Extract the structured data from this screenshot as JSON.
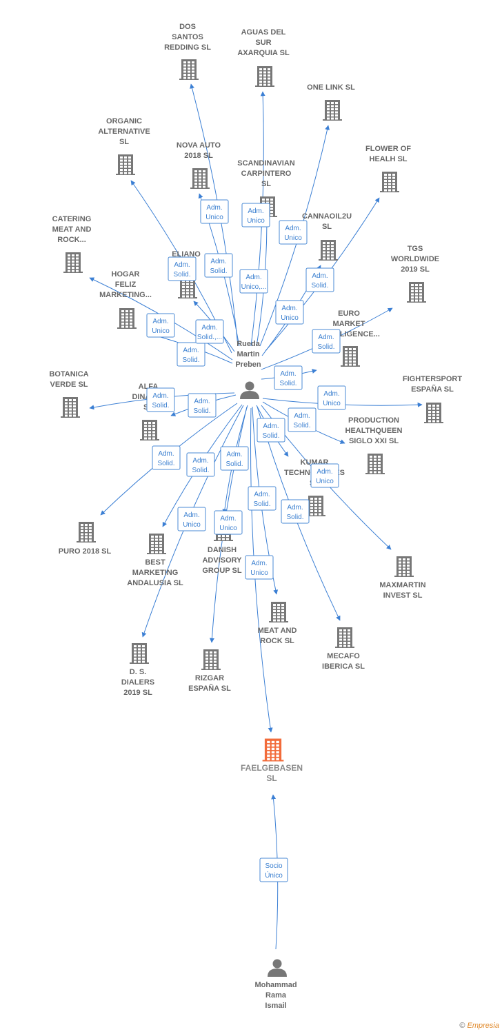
{
  "colors": {
    "building": "#777777",
    "main_building": "#f26b3a",
    "person": "#777777",
    "edge": "#3b7fd4"
  },
  "copyright": {
    "symbol": "©",
    "brand": "Empresia"
  },
  "nodes": [
    {
      "id": "rueda",
      "type": "person",
      "lines": [
        "Rueda",
        "Martin",
        "Preben"
      ]
    },
    {
      "id": "mohammad",
      "type": "person",
      "lines": [
        "Mohammad",
        "Rama",
        "Ismail"
      ]
    },
    {
      "id": "faelgebasen",
      "type": "main",
      "lines": [
        "FAELGEBASEN",
        "SL"
      ]
    },
    {
      "id": "dos_santos",
      "type": "company",
      "lines": [
        "DOS",
        "SANTOS",
        "REDDING SL"
      ]
    },
    {
      "id": "aguas",
      "type": "company",
      "lines": [
        "AGUAS DEL",
        "SUR",
        "AXARQUIA  SL"
      ]
    },
    {
      "id": "one_link",
      "type": "company",
      "lines": [
        "ONE LINK  SL"
      ]
    },
    {
      "id": "organic",
      "type": "company",
      "lines": [
        "ORGANIC",
        "ALTERNATIVE",
        "SL"
      ]
    },
    {
      "id": "nova_auto",
      "type": "company",
      "lines": [
        "NOVA AUTO",
        "2018  SL"
      ]
    },
    {
      "id": "scandinavian",
      "type": "company",
      "lines": [
        "SCANDINAVIAN",
        "CARPINTERO",
        "SL"
      ]
    },
    {
      "id": "flower",
      "type": "company",
      "lines": [
        "FLOWER OF",
        "HEALH  SL"
      ]
    },
    {
      "id": "catering",
      "type": "company",
      "lines": [
        "CATERING",
        "MEAT AND",
        "ROCK..."
      ]
    },
    {
      "id": "eliano",
      "type": "company",
      "lines": [
        "ELIANO",
        "SL"
      ]
    },
    {
      "id": "cannaoil",
      "type": "company",
      "lines": [
        "CANNAOIL2U",
        "SL"
      ]
    },
    {
      "id": "tgs",
      "type": "company",
      "lines": [
        "TGS",
        "WORLDWIDE",
        "2019  SL"
      ]
    },
    {
      "id": "hogar",
      "type": "company",
      "lines": [
        "HOGAR",
        "FELIZ",
        "MARKETING..."
      ]
    },
    {
      "id": "euro",
      "type": "company",
      "lines": [
        "EURO",
        "MARKET",
        "INTELLIGENCE..."
      ]
    },
    {
      "id": "botanica",
      "type": "company",
      "lines": [
        "BOTANICA",
        "VERDE  SL"
      ]
    },
    {
      "id": "alfa",
      "type": "company",
      "lines": [
        "ALFA",
        "DINAMIC",
        "SL"
      ]
    },
    {
      "id": "fightersport",
      "type": "company",
      "lines": [
        "FIGHTERSPORT",
        "ESPAÑA SL"
      ]
    },
    {
      "id": "production",
      "type": "company",
      "lines": [
        "PRODUCTION",
        "HEALTHQUEEN",
        "SIGLO XXI  SL"
      ]
    },
    {
      "id": "kumar",
      "type": "company",
      "lines": [
        "KUMAR",
        "TECHNOLOGIES",
        "SL"
      ]
    },
    {
      "id": "puro",
      "type": "company",
      "lines": [
        "PURO 2018  SL"
      ]
    },
    {
      "id": "best",
      "type": "company",
      "lines": [
        "BEST",
        "MARKETING",
        "ANDALUSIA  SL"
      ]
    },
    {
      "id": "danish",
      "type": "company",
      "lines": [
        "DANISH",
        "ADVISORY",
        "GROUP  SL"
      ]
    },
    {
      "id": "maxmartin",
      "type": "company",
      "lines": [
        "MAXMARTIN",
        "INVEST SL"
      ]
    },
    {
      "id": "meat_rock",
      "type": "company",
      "lines": [
        "MEAT AND",
        "ROCK SL"
      ]
    },
    {
      "id": "mecafo",
      "type": "company",
      "lines": [
        "MECAFO",
        "IBERICA  SL"
      ]
    },
    {
      "id": "ds_dialers",
      "type": "company",
      "lines": [
        "D. S.",
        "DIALERS",
        "2019  SL"
      ]
    },
    {
      "id": "rizgar",
      "type": "company",
      "lines": [
        "RIZGAR",
        "ESPAÑA SL"
      ]
    }
  ],
  "edges": [
    {
      "from": "rueda",
      "to": "dos_santos",
      "label": [
        "Adm.",
        "Unico"
      ]
    },
    {
      "from": "rueda",
      "to": "aguas",
      "label": [
        "Adm.",
        "Unico"
      ]
    },
    {
      "from": "rueda",
      "to": "one_link",
      "label": [
        "Adm.",
        "Unico"
      ]
    },
    {
      "from": "rueda",
      "to": "organic",
      "label": [
        "Adm.",
        "Solid."
      ]
    },
    {
      "from": "rueda",
      "to": "nova_auto",
      "label": [
        "Adm.",
        "Solid."
      ]
    },
    {
      "from": "rueda",
      "to": "scandinavian",
      "label": [
        "Adm.",
        "Unico,..."
      ]
    },
    {
      "from": "rueda",
      "to": "flower",
      "label": [
        "Adm.",
        "Unico"
      ]
    },
    {
      "from": "rueda",
      "to": "catering",
      "label": [
        "Adm.",
        "Solid."
      ]
    },
    {
      "from": "rueda",
      "to": "eliano",
      "label": [
        "Adm.",
        "Solid.,..."
      ]
    },
    {
      "from": "rueda",
      "to": "cannaoil",
      "label": [
        "Adm.",
        "Solid."
      ]
    },
    {
      "from": "rueda",
      "to": "tgs",
      "label": [
        "Adm.",
        "Solid."
      ]
    },
    {
      "from": "rueda",
      "to": "hogar",
      "label": [
        "Adm.",
        "Unico"
      ]
    },
    {
      "from": "rueda",
      "to": "euro",
      "label": [
        "Adm.",
        "Solid."
      ]
    },
    {
      "from": "rueda",
      "to": "botanica",
      "label": [
        "Adm.",
        "Solid."
      ]
    },
    {
      "from": "rueda",
      "to": "alfa",
      "label": [
        "Adm.",
        "Solid."
      ]
    },
    {
      "from": "rueda",
      "to": "fightersport",
      "label": [
        "Adm.",
        "Unico"
      ]
    },
    {
      "from": "rueda",
      "to": "production",
      "label": [
        "Adm.",
        "Solid."
      ]
    },
    {
      "from": "rueda",
      "to": "kumar",
      "label": [
        "Adm.",
        "Solid."
      ]
    },
    {
      "from": "rueda",
      "to": "puro",
      "label": [
        "Adm.",
        "Solid."
      ]
    },
    {
      "from": "rueda",
      "to": "best",
      "label": [
        "Adm.",
        "Solid."
      ]
    },
    {
      "from": "rueda",
      "to": "danish",
      "label": [
        "Adm.",
        "Solid."
      ]
    },
    {
      "from": "rueda",
      "to": "maxmartin",
      "label": [
        "Adm.",
        "Unico"
      ]
    },
    {
      "from": "rueda",
      "to": "meat_rock",
      "label": [
        "Adm.",
        "Solid."
      ]
    },
    {
      "from": "rueda",
      "to": "mecafo",
      "label": [
        "Adm.",
        "Solid."
      ]
    },
    {
      "from": "rueda",
      "to": "ds_dialers",
      "label": [
        "Adm.",
        "Unico"
      ]
    },
    {
      "from": "rueda",
      "to": "rizgar",
      "label": [
        "Adm.",
        "Unico"
      ]
    },
    {
      "from": "rueda",
      "to": "faelgebasen",
      "label": [
        "Adm.",
        "Unico"
      ]
    },
    {
      "from": "mohammad",
      "to": "faelgebasen",
      "label": [
        "Socio",
        "Único"
      ]
    }
  ]
}
